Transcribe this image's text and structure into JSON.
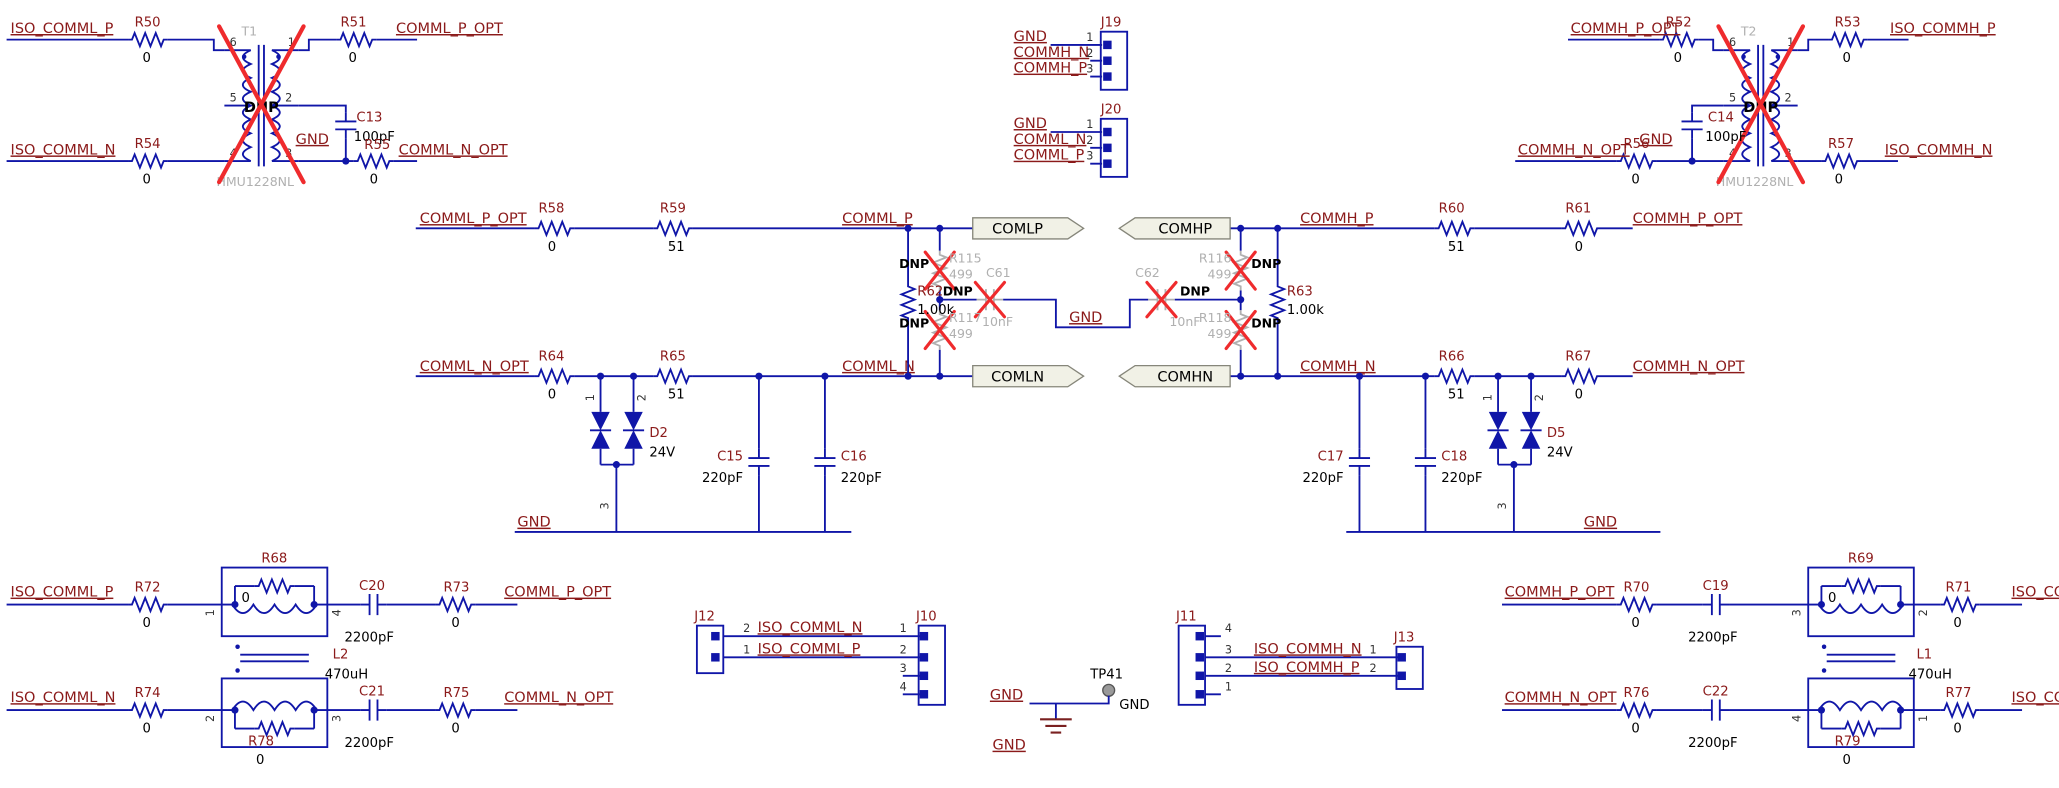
{
  "misc": {
    "dnp": "DNP"
  },
  "colors": {
    "wire_blue": "#1016a8",
    "net_label": "#8b1a1a",
    "value_text": "#000000",
    "dnp_gray": "#b0b0b0",
    "red_x": "#ef2b2d"
  },
  "pins": {
    "1": "1",
    "2": "2",
    "3": "3",
    "4": "4",
    "5": "5",
    "6": "6"
  },
  "nets": {
    "iso_comml_p": "ISO_COMML_P",
    "iso_comml_n": "ISO_COMML_N",
    "iso_commh_p": "ISO_COMMH_P",
    "iso_commh_n": "ISO_COMMH_N",
    "comml_p": "COMML_P",
    "comml_n": "COMML_N",
    "commh_p": "COMMH_P",
    "commh_n": "COMMH_N",
    "comml_p_opt": "COMML_P_OPT",
    "comml_n_opt": "COMML_N_OPT",
    "commh_p_opt": "COMMH_P_OPT",
    "commh_n_opt": "COMMH_N_OPT",
    "gnd": "GND"
  },
  "ports": {
    "comlp": "COMLP",
    "comhp": "COMHP",
    "comln": "COMLN",
    "comhn": "COMHN"
  },
  "components": {
    "r50": {
      "ref": "R50",
      "val": "0"
    },
    "r51": {
      "ref": "R51",
      "val": "0"
    },
    "r52": {
      "ref": "R52",
      "val": "0"
    },
    "r53": {
      "ref": "R53",
      "val": "0"
    },
    "r54": {
      "ref": "R54",
      "val": "0"
    },
    "r55": {
      "ref": "R55",
      "val": "0"
    },
    "r56": {
      "ref": "R56",
      "val": "0"
    },
    "r57": {
      "ref": "R57",
      "val": "0"
    },
    "r58": {
      "ref": "R58",
      "val": "0"
    },
    "r59": {
      "ref": "R59",
      "val": "51"
    },
    "r60": {
      "ref": "R60",
      "val": "51"
    },
    "r61": {
      "ref": "R61",
      "val": "0"
    },
    "r62": {
      "ref": "R62",
      "val": "1.00k"
    },
    "r63": {
      "ref": "R63",
      "val": "1.00k"
    },
    "r64": {
      "ref": "R64",
      "val": "0"
    },
    "r65": {
      "ref": "R65",
      "val": "51"
    },
    "r66": {
      "ref": "R66",
      "val": "51"
    },
    "r67": {
      "ref": "R67",
      "val": "0"
    },
    "r68": {
      "ref": "R68",
      "val": "0"
    },
    "r69": {
      "ref": "R69",
      "val": "0"
    },
    "r70": {
      "ref": "R70",
      "val": "0"
    },
    "r71": {
      "ref": "R71",
      "val": "0"
    },
    "r72": {
      "ref": "R72",
      "val": "0"
    },
    "r73": {
      "ref": "R73",
      "val": "0"
    },
    "r74": {
      "ref": "R74",
      "val": "0"
    },
    "r75": {
      "ref": "R75",
      "val": "0"
    },
    "r76": {
      "ref": "R76",
      "val": "0"
    },
    "r77": {
      "ref": "R77",
      "val": "0"
    },
    "r78": {
      "ref": "R78",
      "val": "0"
    },
    "r79": {
      "ref": "R79",
      "val": "0"
    },
    "r115": {
      "ref": "R115",
      "val": "499"
    },
    "r116": {
      "ref": "R116",
      "val": "499"
    },
    "r117": {
      "ref": "R117",
      "val": "499"
    },
    "r118": {
      "ref": "R118",
      "val": "499"
    },
    "c13": {
      "ref": "C13",
      "val": "100pF"
    },
    "c14": {
      "ref": "C14",
      "val": "100pF"
    },
    "c15": {
      "ref": "C15",
      "val": "220pF"
    },
    "c16": {
      "ref": "C16",
      "val": "220pF"
    },
    "c17": {
      "ref": "C17",
      "val": "220pF"
    },
    "c18": {
      "ref": "C18",
      "val": "220pF"
    },
    "c19": {
      "ref": "C19",
      "val": "2200pF"
    },
    "c20": {
      "ref": "C20",
      "val": "2200pF"
    },
    "c21": {
      "ref": "C21",
      "val": "2200pF"
    },
    "c22": {
      "ref": "C22",
      "val": "2200pF"
    },
    "c61": {
      "ref": "C61",
      "val": "10nF"
    },
    "c62": {
      "ref": "C62",
      "val": "10nF"
    },
    "d2": {
      "ref": "D2",
      "val": "24V"
    },
    "d5": {
      "ref": "D5",
      "val": "24V"
    },
    "l1": {
      "ref": "L1",
      "val": "470uH"
    },
    "l2": {
      "ref": "L2",
      "val": "470uH"
    },
    "t1": {
      "ref": "T1",
      "part": "HMU1228NL"
    },
    "t2": {
      "ref": "T2",
      "part": "HMU1228NL"
    },
    "tp41": {
      "ref": "TP41"
    }
  },
  "connectors": {
    "j19": {
      "ref": "J19",
      "rows": [
        {
          "pin": "1",
          "net": "GND"
        },
        {
          "pin": "2",
          "net": "COMMH_N"
        },
        {
          "pin": "3",
          "net": "COMMH_P"
        }
      ]
    },
    "j20": {
      "ref": "J20",
      "rows": [
        {
          "pin": "1",
          "net": "GND"
        },
        {
          "pin": "2",
          "net": "COMML_N"
        },
        {
          "pin": "3",
          "net": "COMML_P"
        }
      ]
    },
    "j12": {
      "ref": "J12",
      "pins": [
        "2",
        "1"
      ]
    },
    "j10": {
      "ref": "J10",
      "pins": [
        "1",
        "2",
        "3",
        "4"
      ]
    },
    "j11": {
      "ref": "J11",
      "pins": [
        "4",
        "3",
        "2",
        "1"
      ]
    },
    "j13": {
      "ref": "J13",
      "pins": [
        "1",
        "2"
      ]
    }
  }
}
